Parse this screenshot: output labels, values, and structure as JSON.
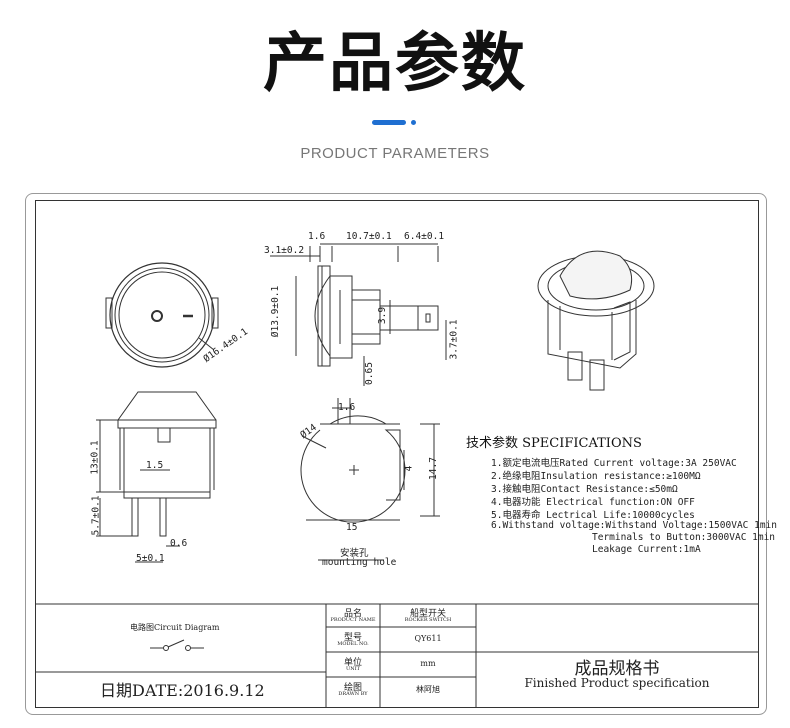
{
  "header": {
    "title_cn": "产品参数",
    "subtitle_en": "PRODUCT PARAMETERS"
  },
  "colors": {
    "accent": "#1f6fd1",
    "line": "#333333"
  },
  "drawing": {
    "top_dims": {
      "d1": "3.1±0.2",
      "d2": "1.6",
      "d3": "10.7±0.1",
      "d4": "6.4±0.1",
      "d5": "Ø13.9±0.1",
      "d6": "3.9",
      "d7": "3.7±0.1",
      "d8": "0.65",
      "d9": "Ø16.4±0.1"
    },
    "side_dims": {
      "d1": "13±0.1",
      "d2": "1.5",
      "d3": "5.7±0.1",
      "d4": "0.6",
      "d5": "5±0.1"
    },
    "hole_dims": {
      "d1": "1.6",
      "d2": "Ø14",
      "d3": "4",
      "d4": "14.7",
      "d5": "15",
      "caption_cn": "安装孔",
      "caption_en": "mounting hole"
    }
  },
  "specifications": {
    "title": "技术参数 SPECIFICATIONS",
    "lines": [
      "1.额定电流电压Rated Current voltage:3A 250VAC",
      "2.绝缘电阻Insulation resistance:≥100MΩ",
      "3.接触电阻Contact Resistance:≤50mΩ",
      "4.电器功能 Electrical function:ON OFF",
      "5.电器寿命 Lectrical Life:10000cycles",
      "6.Withstand voltage:Withstand Voltage:1500VAC 1min",
      "Terminals to Button:3000VAC 1min",
      "Leakage Current:1mA"
    ]
  },
  "title_block": {
    "circuit_label": "电路图Circuit Diagram",
    "date": "日期DATE:2016.9.12",
    "rows": [
      {
        "label_cn": "品名",
        "label_en": "PRODUCT NAME",
        "value_cn": "船型开关",
        "value_en": "ROCKER SWITCH"
      },
      {
        "label_cn": "型号",
        "label_en": "MODEL NO.",
        "value_cn": "QY611",
        "value_en": ""
      },
      {
        "label_cn": "单位",
        "label_en": "UNIT",
        "value_cn": "mm",
        "value_en": ""
      },
      {
        "label_cn": "绘图",
        "label_en": "DRAWN BY",
        "value_cn": "林阿旭",
        "value_en": ""
      }
    ],
    "doc_title_cn": "成品规格书",
    "doc_title_en": "Finished Product specification"
  }
}
